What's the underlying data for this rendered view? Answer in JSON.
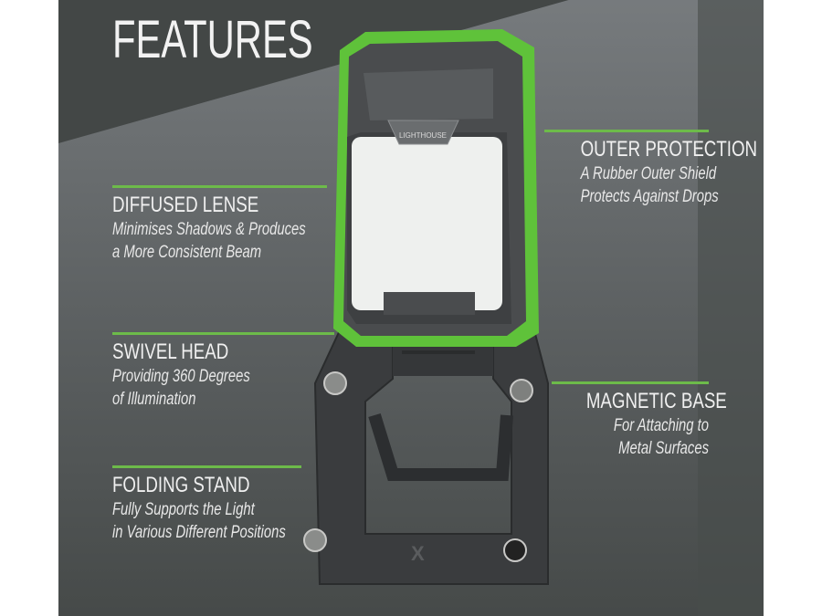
{
  "page": {
    "title": "FEATURES",
    "colors": {
      "panel_dark": "#434746",
      "beam_light": "#7a7e80",
      "accent_green": "#6dbb4a",
      "housing_green": "#5fc23a",
      "housing_grey": "#4a4c4e",
      "lens_white": "#eef0ee",
      "text": "#f0f0f0"
    }
  },
  "product": {
    "brand_badge": "LIGHTHOUSE",
    "logo_mark": "X"
  },
  "features": [
    {
      "title": "DIFFUSED LENSE",
      "lines": [
        "Minimises Shadows & Produces",
        "a More Consistent Beam"
      ],
      "side": "left"
    },
    {
      "title": "OUTER PROTECTION",
      "lines": [
        "A Rubber Outer Shield",
        "Protects Against Drops"
      ],
      "side": "right"
    },
    {
      "title": "SWIVEL HEAD",
      "lines": [
        "Providing 360 Degrees",
        "of Illumination"
      ],
      "side": "left"
    },
    {
      "title": "MAGNETIC BASE",
      "lines": [
        "For Attaching to",
        "Metal Surfaces"
      ],
      "side": "right"
    },
    {
      "title": "FOLDING STAND",
      "lines": [
        "Fully Supports the Light",
        "in Various Different Positions"
      ],
      "side": "left"
    }
  ]
}
